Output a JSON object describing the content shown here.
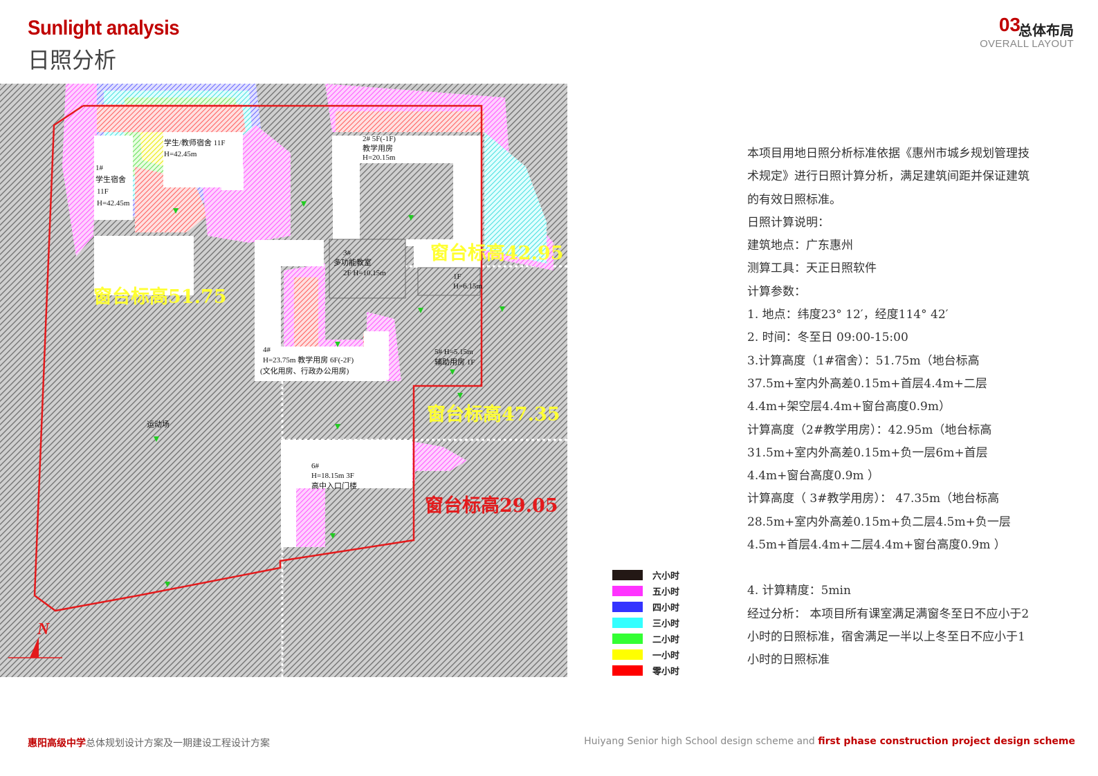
{
  "header": {
    "title_en": "Sunlight analysis",
    "title_cn": "日照分析",
    "section_number": "03",
    "section_cn": "总体布局",
    "section_en": "OVERALL LAYOUT"
  },
  "plan": {
    "buildings": [
      {
        "label_1": "1#",
        "label_2": "学生宿舍",
        "label_3": "11F",
        "label_4": "H=42.45m"
      },
      {
        "label_1": "学生/教师宿舍  11F",
        "label_2": "H=42.45m"
      },
      {
        "label_1": "2#   5F(-1F)",
        "label_2": "教学用房",
        "label_3": "H=20.15m"
      },
      {
        "label_1": "3#",
        "label_2": "多功能教室",
        "label_3": "2F  H=10.15m"
      },
      {
        "label_1": "1F",
        "label_2": "H=6.15m"
      },
      {
        "label_1": "4#",
        "label_2": "H=23.75m  教学用房  6F(-2F)",
        "label_3": "(文化用房、行政办公用房)"
      },
      {
        "label_1": "5#  H=5.15m",
        "label_2": "辅助用房 1F"
      },
      {
        "label_1": "6#",
        "label_2": "H=18.15m  3F",
        "label_3": "高中入口门楼"
      }
    ],
    "field_label": "运动场",
    "window_heights": [
      {
        "text": "窗台标高51.75"
      },
      {
        "text": "窗台标高42.95"
      },
      {
        "text": "窗台标高47.35"
      },
      {
        "text": "窗台标高29.05"
      }
    ],
    "north_label": "N",
    "colors": {
      "boundary": "#e31a1c",
      "yellow_label": "#ffff33",
      "red_label": "#e31a1c",
      "hatch_dark": "#7a7a7a",
      "hatch_light": "#c8c8c8"
    }
  },
  "description": {
    "paragraphs": [
      "本项目用地日照分析标准依据《惠州市城乡规划管理技术规定》进行日照计算分析，满足建筑间距并保证建筑的有效日照标准。",
      "日照计算说明：",
      "建筑地点：广东惠州",
      "测算工具：天正日照软件",
      "计算参数：",
      "1. 地点：纬度23°  12′，经度114°  42′",
      "2. 时间：冬至日 09:00-15:00",
      "3.计算高度（1#宿舍）：51.75m（地台标高37.5m+室内外高差0.15m+首层4.4m+二层4.4m+架空层4.4m+窗台高度0.9m）",
      "计算高度（2#教学用房）：42.95m（地台标高31.5m+室内外高差0.15m+负一层6m+首层4.4m+窗台高度0.9m ）",
      "计算高度（ 3#教学用房）： 47.35m（地台标高28.5m+室内外高差0.15m+负二层4.5m+负一层4.5m+首层4.4m+二层4.4m+窗台高度0.9m ）",
      "",
      "4. 计算精度：5min",
      "经过分析： 本项目所有课室满足满窗冬至日不应小于2 小时的日照标准，宿舍满足一半以上冬至日不应小于1 小时的日照标准"
    ]
  },
  "legend": {
    "items": [
      {
        "label": "六小时",
        "color": "#231815"
      },
      {
        "label": "五小时",
        "color": "#ff33ff"
      },
      {
        "label": "四小时",
        "color": "#3333ff"
      },
      {
        "label": "三小时",
        "color": "#33ffff"
      },
      {
        "label": "二小时",
        "color": "#33ff33"
      },
      {
        "label": "一小时",
        "color": "#ffff00"
      },
      {
        "label": "零小时",
        "color": "#ff0000"
      }
    ]
  },
  "footer": {
    "school": "惠阳高级中学",
    "left_rest": "总体规划设计方案及一期建设工程设计方案",
    "right_plain": "Huiyang Senior high School design scheme and ",
    "right_accent": "first phase construction project design scheme"
  }
}
